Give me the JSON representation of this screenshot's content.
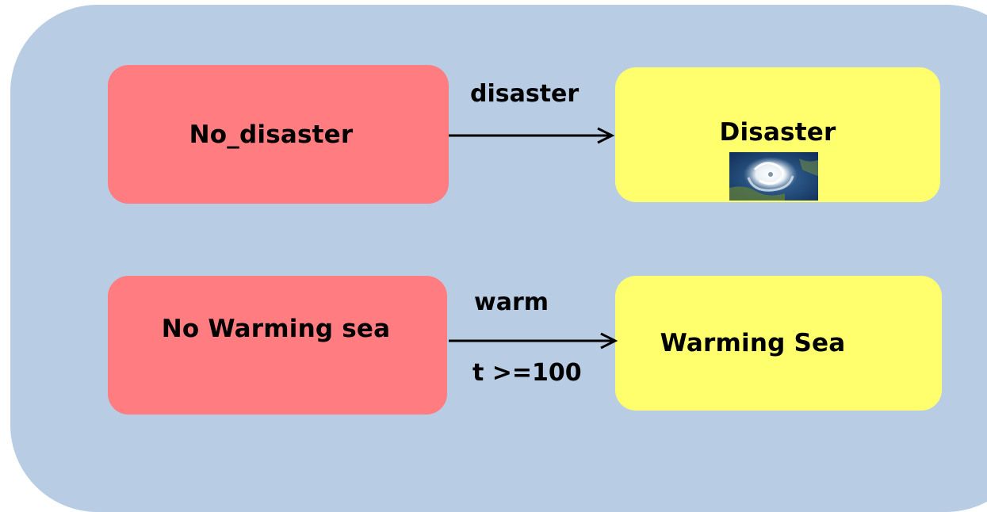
{
  "states": {
    "no_disaster": "No_disaster",
    "disaster": "Disaster",
    "no_warming_sea": "No Warming sea",
    "warming_sea": "Warming Sea"
  },
  "transitions": {
    "disaster_event": "disaster",
    "warm_event": "warm",
    "warm_guard": "t >=100"
  },
  "colors": {
    "background_panel": "#b8cce4",
    "inactive_state": "#ff7c80",
    "active_state": "#ffff6e"
  },
  "icons": [
    "hurricane-satellite-icon",
    "arrow-icon"
  ]
}
